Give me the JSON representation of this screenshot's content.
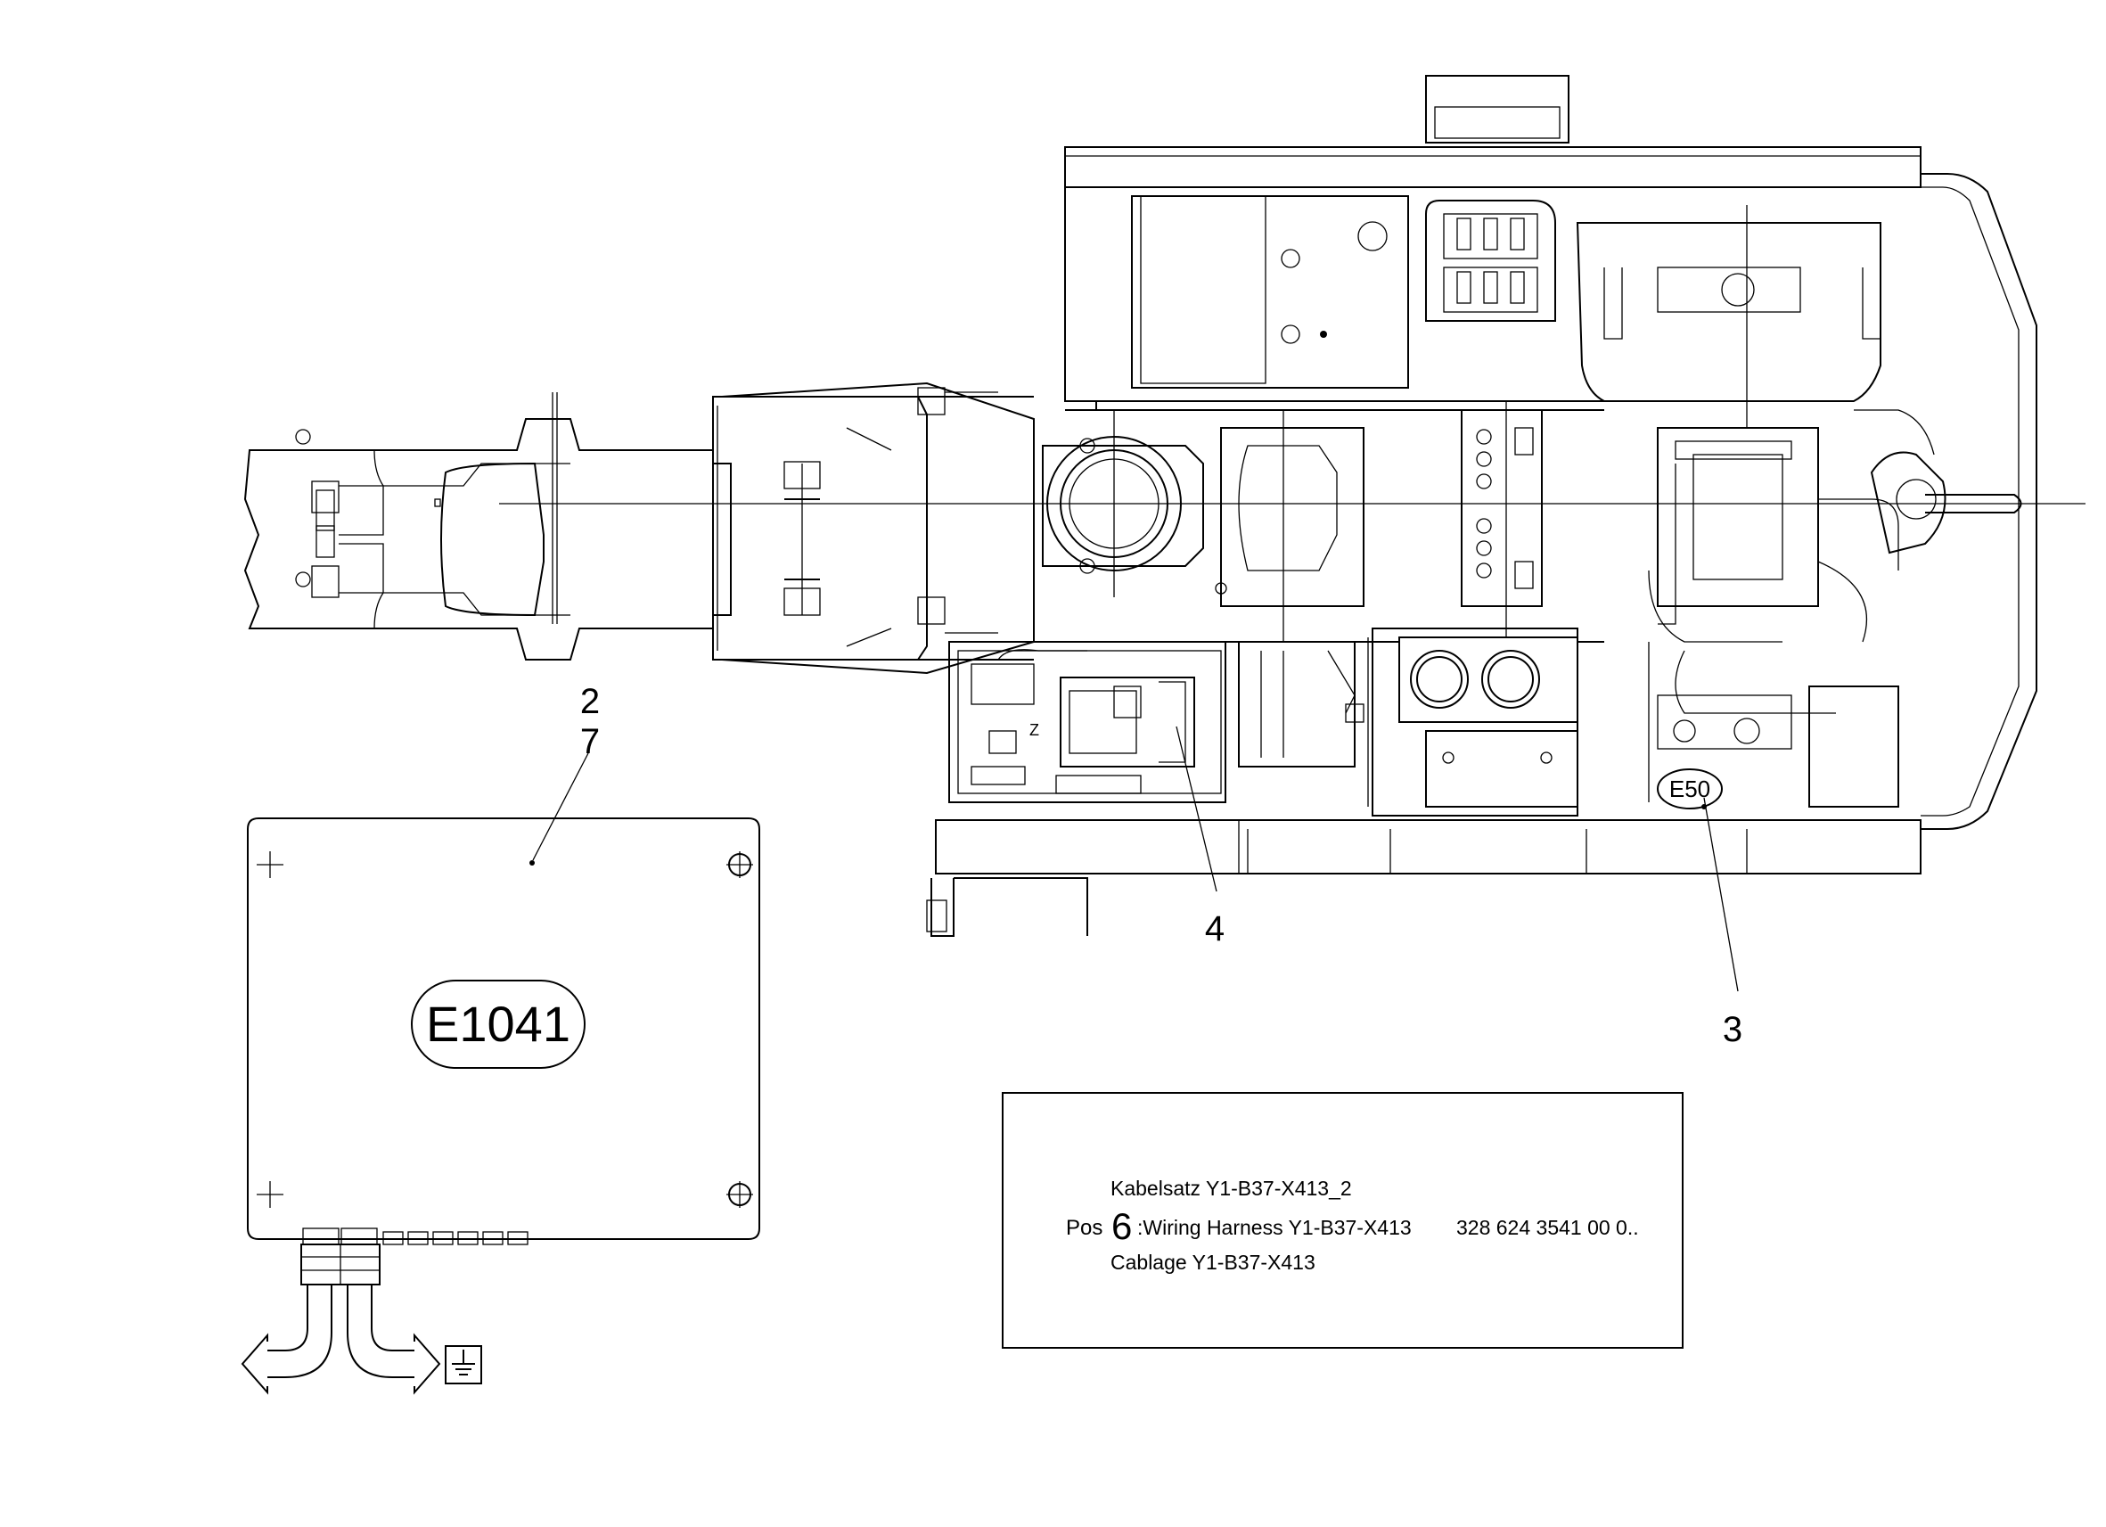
{
  "callouts": {
    "c2": "2",
    "c7": "7",
    "c4": "4",
    "c3": "3"
  },
  "tags": {
    "e1041": "E1041",
    "e50": "E50"
  },
  "legend": {
    "line1": "Kabelsatz Y1-B37-X413_2",
    "pos_prefix": "Pos",
    "pos_number": "6",
    "line2": ":Wiring Harness Y1-B37-X413",
    "part_number": "328 624 3541 00 0..",
    "line3": "Cablage Y1-B37-X413"
  },
  "icons": [
    "ground-symbol-icon",
    "arrow-left-icon",
    "arrow-right-icon"
  ]
}
